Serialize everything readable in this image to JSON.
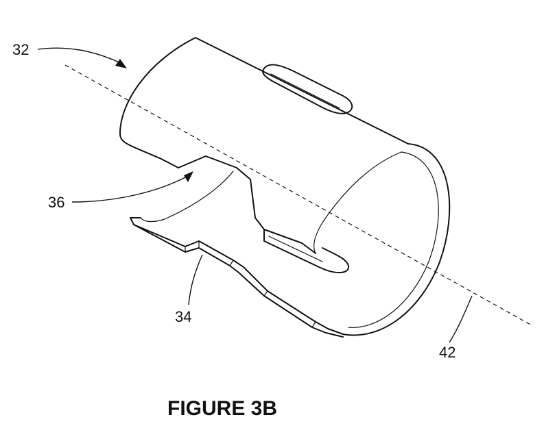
{
  "labels": {
    "sleeve": "32",
    "gap": "36",
    "tab": "34",
    "axis": "42"
  },
  "caption": "FIGURE 3B",
  "colors": {
    "line": "#111111",
    "background": "#ffffff"
  }
}
